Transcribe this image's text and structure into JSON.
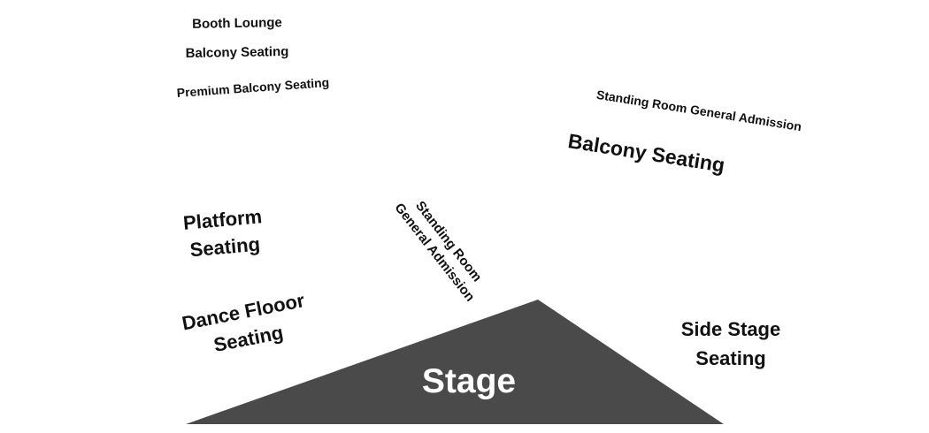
{
  "colors": {
    "stage_fill": "#4a4a4a",
    "stage_text": "#ffffff",
    "label_text": "#111111",
    "background": "#ffffff"
  },
  "sections": {
    "booth_lounge": "Booth Lounge",
    "balcony_seating_left": "Balcony Seating",
    "premium_balcony_seating": "Premium Balcony Seating",
    "standing_room_right": "Standing Room General Admission",
    "balcony_seating_right": "Balcony Seating",
    "platform_seating": [
      "Platform",
      "Seating"
    ],
    "standing_room_center": [
      "Standing Room",
      "General Admission"
    ],
    "dance_floor_seating": [
      "Dance Flooor",
      "Seating"
    ],
    "side_stage_seating": [
      "Side Stage",
      "Seating"
    ]
  },
  "stage": {
    "label": "Stage"
  }
}
